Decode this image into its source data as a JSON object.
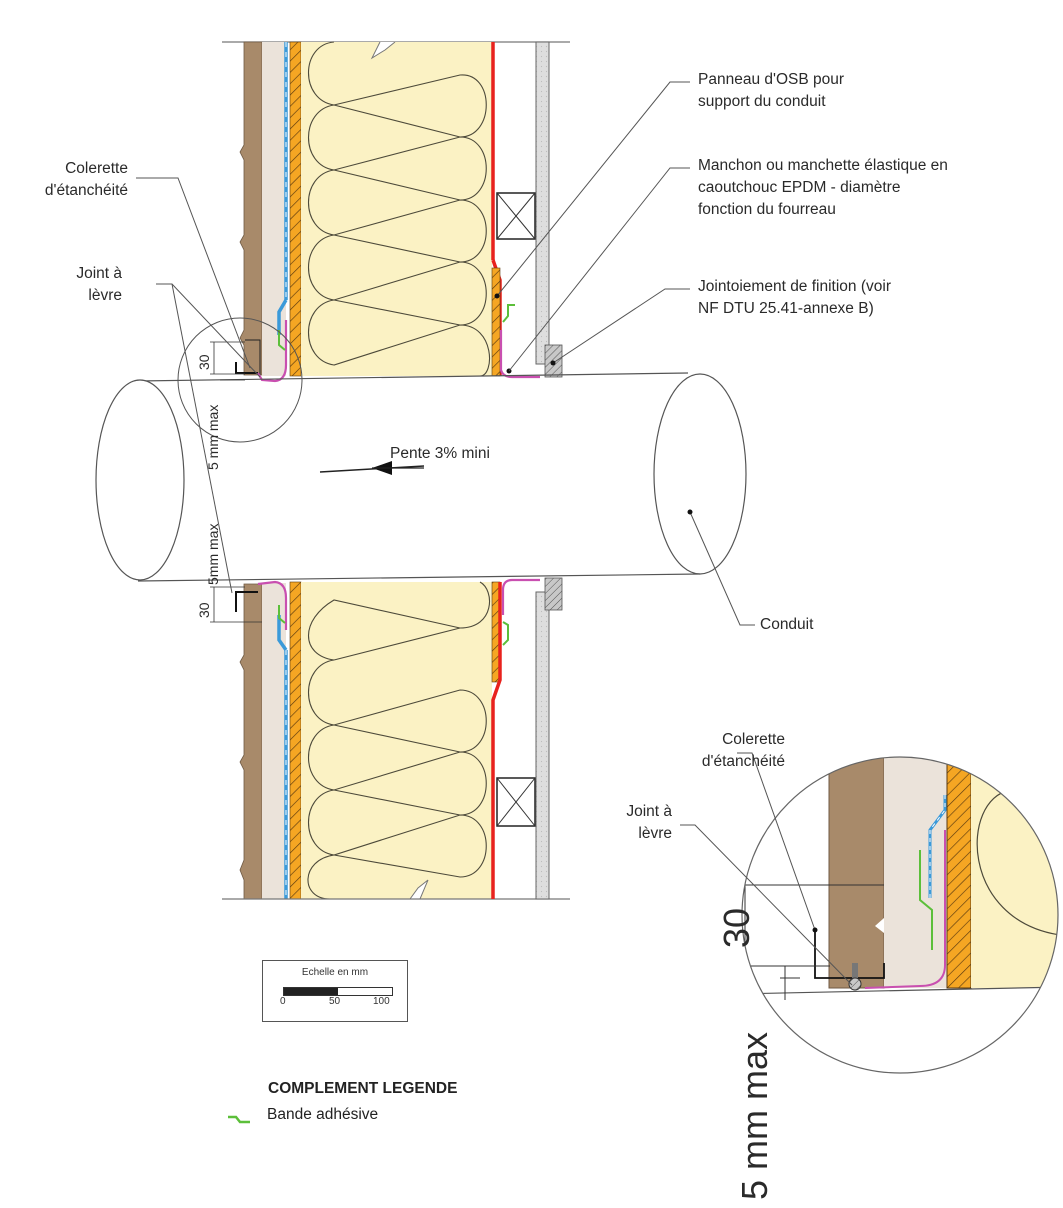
{
  "diagram": {
    "title": "Traversée de paroi ossature bois par un conduit",
    "colors": {
      "cladding": "#a88a6a",
      "air_gap": "#ebe3da",
      "membrane_blue": "#3b9ad9",
      "osb_orange": "#f5a623",
      "insulation": "#fbf2c4",
      "vapor_barrier_red": "#e8221d",
      "sleeve_magenta": "#c94fb0",
      "tape_green": "#5cbf3a",
      "gypsum": "#dcdcdc",
      "outline": "#555555"
    },
    "labels": {
      "osb_panel": [
        "Panneau d'OSB pour",
        "support  du conduit"
      ],
      "sleeve": [
        "Manchon ou manchette élastique en",
        "caoutchouc EPDM - diamètre",
        "fonction du fourreau"
      ],
      "finishing_joint": [
        "Jointoiement de finition (voir",
        "NF DTU 25.41-annexe B)"
      ],
      "collar": [
        "Colerette",
        "d'étanchéité"
      ],
      "lip_joint": [
        "Joint à",
        "lèvre"
      ],
      "conduit": "Conduit",
      "slope": "Pente 3% mini"
    },
    "dimensions": {
      "upper_height": "30",
      "upper_gap": "5 mm max",
      "lower_gap": "5mm max",
      "lower_height": "30"
    },
    "detail": {
      "collar": [
        "Colerette",
        "d'étanchéité"
      ],
      "lip_joint": [
        "Joint à",
        "lèvre"
      ],
      "height": "30",
      "gap": "5 mm max"
    },
    "scale": {
      "title": "Echelle en mm",
      "ticks": [
        "0",
        "50",
        "100"
      ]
    },
    "legend": {
      "title": "COMPLEMENT LEGENDE",
      "items": [
        {
          "label": "Bande adhésive",
          "icon": "green-tape-icon"
        }
      ]
    }
  }
}
